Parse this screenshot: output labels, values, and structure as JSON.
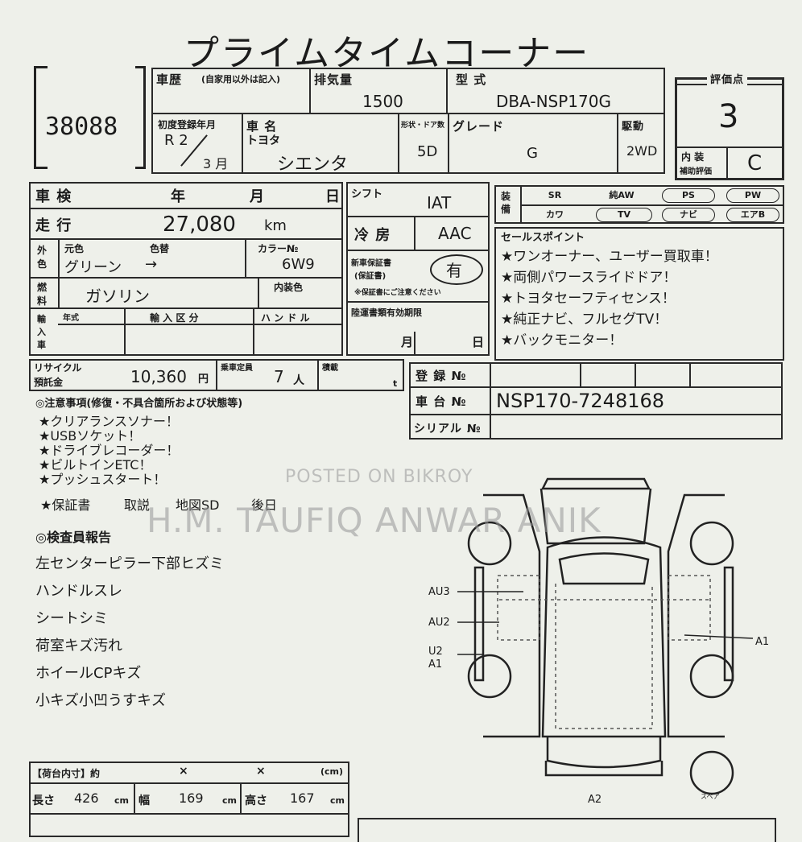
{
  "title": "プライムタイムコーナー",
  "lot_number": "38088",
  "header": {
    "history_label": "車歴",
    "history_note": "(自家用以外は記入)",
    "displacement_label": "排気量",
    "displacement": "1500",
    "model_label": "型 式",
    "model": "DBA-NSP170G",
    "score_label": "評価点",
    "score": "3",
    "first_reg_label": "初度登録年月",
    "first_reg_era": "R 2",
    "first_reg_month": "3 月",
    "name_label": "車 名",
    "maker": "トヨタ",
    "car_name": "シエンタ",
    "doors_label": "形状・ドア数",
    "doors": "5D",
    "grade_label": "グレード",
    "grade": "G",
    "drive_label": "駆動",
    "drive": "2WD",
    "interior_label": "内 装",
    "interior_label2": "補助評価",
    "interior_score": "C"
  },
  "inspection": {
    "label": "車 検",
    "year": "年",
    "month": "月",
    "day": "日"
  },
  "mileage": {
    "label": "走 行",
    "value": "27,080",
    "unit": "km"
  },
  "color": {
    "label_outer": "外色",
    "original_label": "元色",
    "change_label": "色替",
    "original": "グリーン",
    "arrow": "→",
    "code_label": "カラー№",
    "code": "6W9",
    "interior_color_label": "内装色"
  },
  "fuel": {
    "label": "燃料",
    "value": "ガソリン"
  },
  "import": {
    "label": "輸入車",
    "year_label": "年式",
    "type_label": "輸 入 区 分",
    "handle_label": "ハ ン ド ル"
  },
  "shift": {
    "label": "シフト",
    "value": "IAT",
    "ac_label": "冷 房",
    "ac": "AAC"
  },
  "record": {
    "label": "新車保証書",
    "label2": "(保証書)",
    "value": "有",
    "note": "※保証書にご注意ください"
  },
  "cert": {
    "label": "陸運書類有効期限",
    "month": "月",
    "day": "日"
  },
  "equipment": {
    "label": "装備",
    "row1": [
      "SR",
      "純AW",
      "PS",
      "PW"
    ],
    "row2": [
      "カワ",
      "TV",
      "ナビ",
      "エアB"
    ]
  },
  "sales_points": {
    "label": "セールスポイント",
    "items": [
      "★ワンオーナー、ユーザー買取車！",
      "★両側パワースライドドア！",
      "★トヨタセーフティセンス！",
      "★純正ナビ、フルセグTV！",
      "★バックモニター！"
    ]
  },
  "recycle": {
    "label": "リサイクル",
    "label2": "預託金",
    "value": "10,360",
    "unit": "円",
    "capacity_label": "乗車定員",
    "capacity": "7",
    "capacity_unit": "人",
    "load_label": "積載",
    "load_unit": "t"
  },
  "registration": {
    "reg_label": "登 録 №",
    "chassis_label": "車 台 №",
    "chassis": "NSP170-7248168",
    "serial_label": "シリアル №"
  },
  "notes": {
    "heading": "◎注意事項(修復・不具合箇所および状態等)",
    "items": [
      "★クリアランスソナー！",
      "★USBソケット！",
      "★ドライブレコーダー！",
      "★ビルトインETC！",
      "★プッシュスタート！"
    ],
    "docs": [
      "★保証書",
      "取説",
      "地図SD",
      "後日"
    ]
  },
  "inspector_report": {
    "heading": "◎検査員報告",
    "items": [
      "左センターピラー下部ヒズミ",
      "ハンドルスレ",
      "シートシミ",
      "荷室キズ汚れ",
      "ホイールCPキズ",
      "小キズ小凹うすキズ"
    ]
  },
  "diagram": {
    "marks": [
      "AU3",
      "AU2",
      "U2",
      "A1",
      "A1",
      "A2"
    ],
    "spare": "スペア"
  },
  "cargo": {
    "label": "【荷台内寸】約",
    "x1": "×",
    "x2": "×",
    "unit_label": "(cm)",
    "length_label": "長さ",
    "length": "426",
    "width_label": "幅",
    "width": "169",
    "height_label": "高さ",
    "height": "167",
    "cm": "cm"
  },
  "watermark": {
    "line1": "POSTED ON BIKROY",
    "line2": "H.M. TAUFIQ ANWAR ANIK"
  }
}
